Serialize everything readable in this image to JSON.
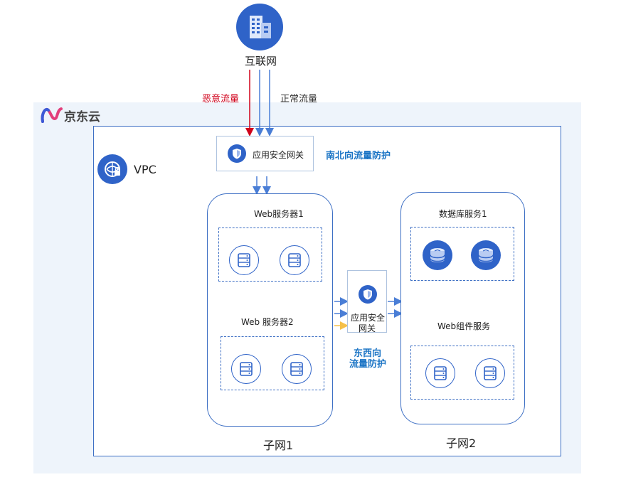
{
  "internet": {
    "icon": "building-icon",
    "label": "互联网"
  },
  "traffic": {
    "malicious_label": "恶意流量",
    "normal_label": "正常流量",
    "malicious_color": "#d0021b",
    "normal_color": "#4a7ed6"
  },
  "brand": {
    "logo_text": "京东云"
  },
  "vpc": {
    "label": "VPC",
    "icon": "vpc-icon"
  },
  "north_south": {
    "gateway_label": "应用安全网关",
    "protection_label": "南北向流量防护"
  },
  "east_west": {
    "gateway_label_line1": "应用安全",
    "gateway_label_line2": "网关",
    "protection_line1": "东西向",
    "protection_line2": "流量防护"
  },
  "subnet1": {
    "label": "子网1",
    "group1_title": "Web服务器1",
    "group2_title": "Web 服务器2",
    "group1_icons": [
      "server-icon",
      "server-icon"
    ],
    "group2_icons": [
      "server-icon",
      "server-icon"
    ]
  },
  "subnet2": {
    "label": "子网2",
    "group1_title": "数据库服务1",
    "group2_title": "Web组件服务",
    "group1_icons": [
      "database-icon",
      "database-icon"
    ],
    "group2_icons": [
      "server-icon",
      "server-icon"
    ]
  },
  "colors": {
    "accent": "#2f63c8",
    "highlight_text": "#1a74c5",
    "alert_text": "#d0021b",
    "cloud_bg": "#eef4fb",
    "yellow_arrow": "#f5c04a"
  }
}
